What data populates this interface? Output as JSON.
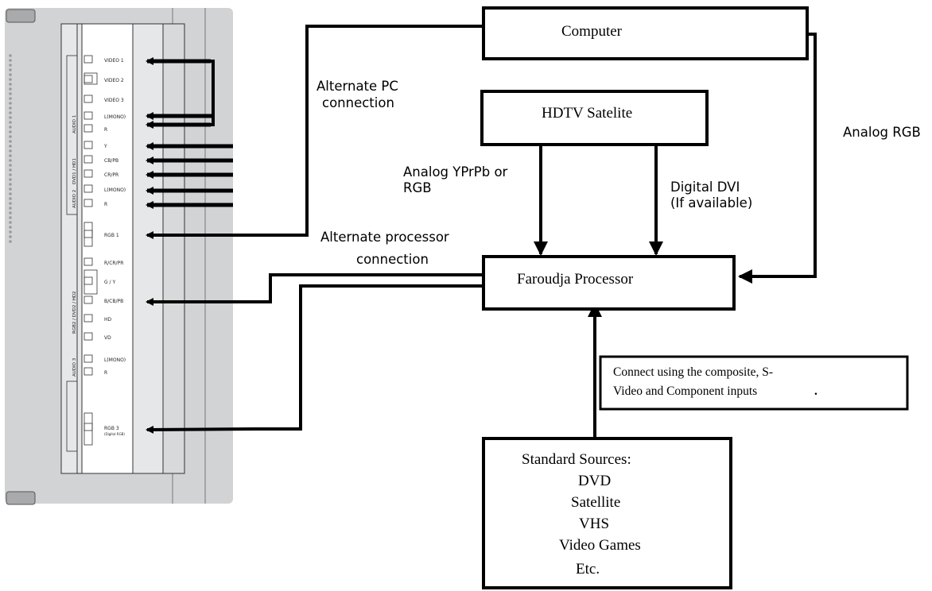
{
  "panel": {
    "ports": [
      {
        "id": "video1",
        "label": "VIDEO 1"
      },
      {
        "id": "video2",
        "label": "VIDEO 2"
      },
      {
        "id": "video3",
        "label": "VIDEO 3"
      },
      {
        "id": "a1l",
        "label": "L(MONO)"
      },
      {
        "id": "a1r",
        "label": "R"
      },
      {
        "id": "y",
        "label": "Y"
      },
      {
        "id": "cbpb",
        "label": "CB/PB"
      },
      {
        "id": "crpr",
        "label": "CR/PR"
      },
      {
        "id": "a2l",
        "label": "L(MONO)"
      },
      {
        "id": "a2r",
        "label": "R"
      },
      {
        "id": "rgb1",
        "label": "RGB 1"
      },
      {
        "id": "rcrpr",
        "label": "R/CR/PR"
      },
      {
        "id": "gy",
        "label": "G / Y"
      },
      {
        "id": "bcbpb",
        "label": "B/CB/PB"
      },
      {
        "id": "hd",
        "label": "HD"
      },
      {
        "id": "vd",
        "label": "VD"
      },
      {
        "id": "a3l",
        "label": "L(MONO)"
      },
      {
        "id": "a3r",
        "label": "R"
      },
      {
        "id": "rgb3",
        "label": "RGB 3"
      },
      {
        "id": "rgb3sub",
        "label": "(Digital RGB)"
      }
    ],
    "groups": {
      "audio1": "AUDIO 1",
      "dvd1": "DVD1 / HD1",
      "audio2": "AUDIO 2",
      "rgb2": "RGB2 / DVD2 / HD2",
      "audio3": "AUDIO 3"
    }
  },
  "boxes": {
    "computer": "Computer",
    "hdtv": "HDTV Satelite",
    "processor": "Faroudja Processor",
    "note_line1": "Connect using the composite, S-",
    "note_line2": "Video and Component inputs",
    "note_period": ".",
    "sources": [
      "Standard Sources:",
      "DVD",
      "Satellite",
      "VHS",
      "Video  Games",
      "Etc."
    ]
  },
  "labels": {
    "alt_pc_1": "Alternate PC",
    "alt_pc_2": "connection",
    "analog_rgb": "Analog RGB",
    "analog_yprpb_1": "Analog YPrPb or",
    "analog_yprpb_2": "RGB",
    "digital_dvi_1": "Digital DVI",
    "digital_dvi_2": "(If available)",
    "alt_proc_1": "Alternate processor",
    "alt_proc_2": "connection"
  }
}
